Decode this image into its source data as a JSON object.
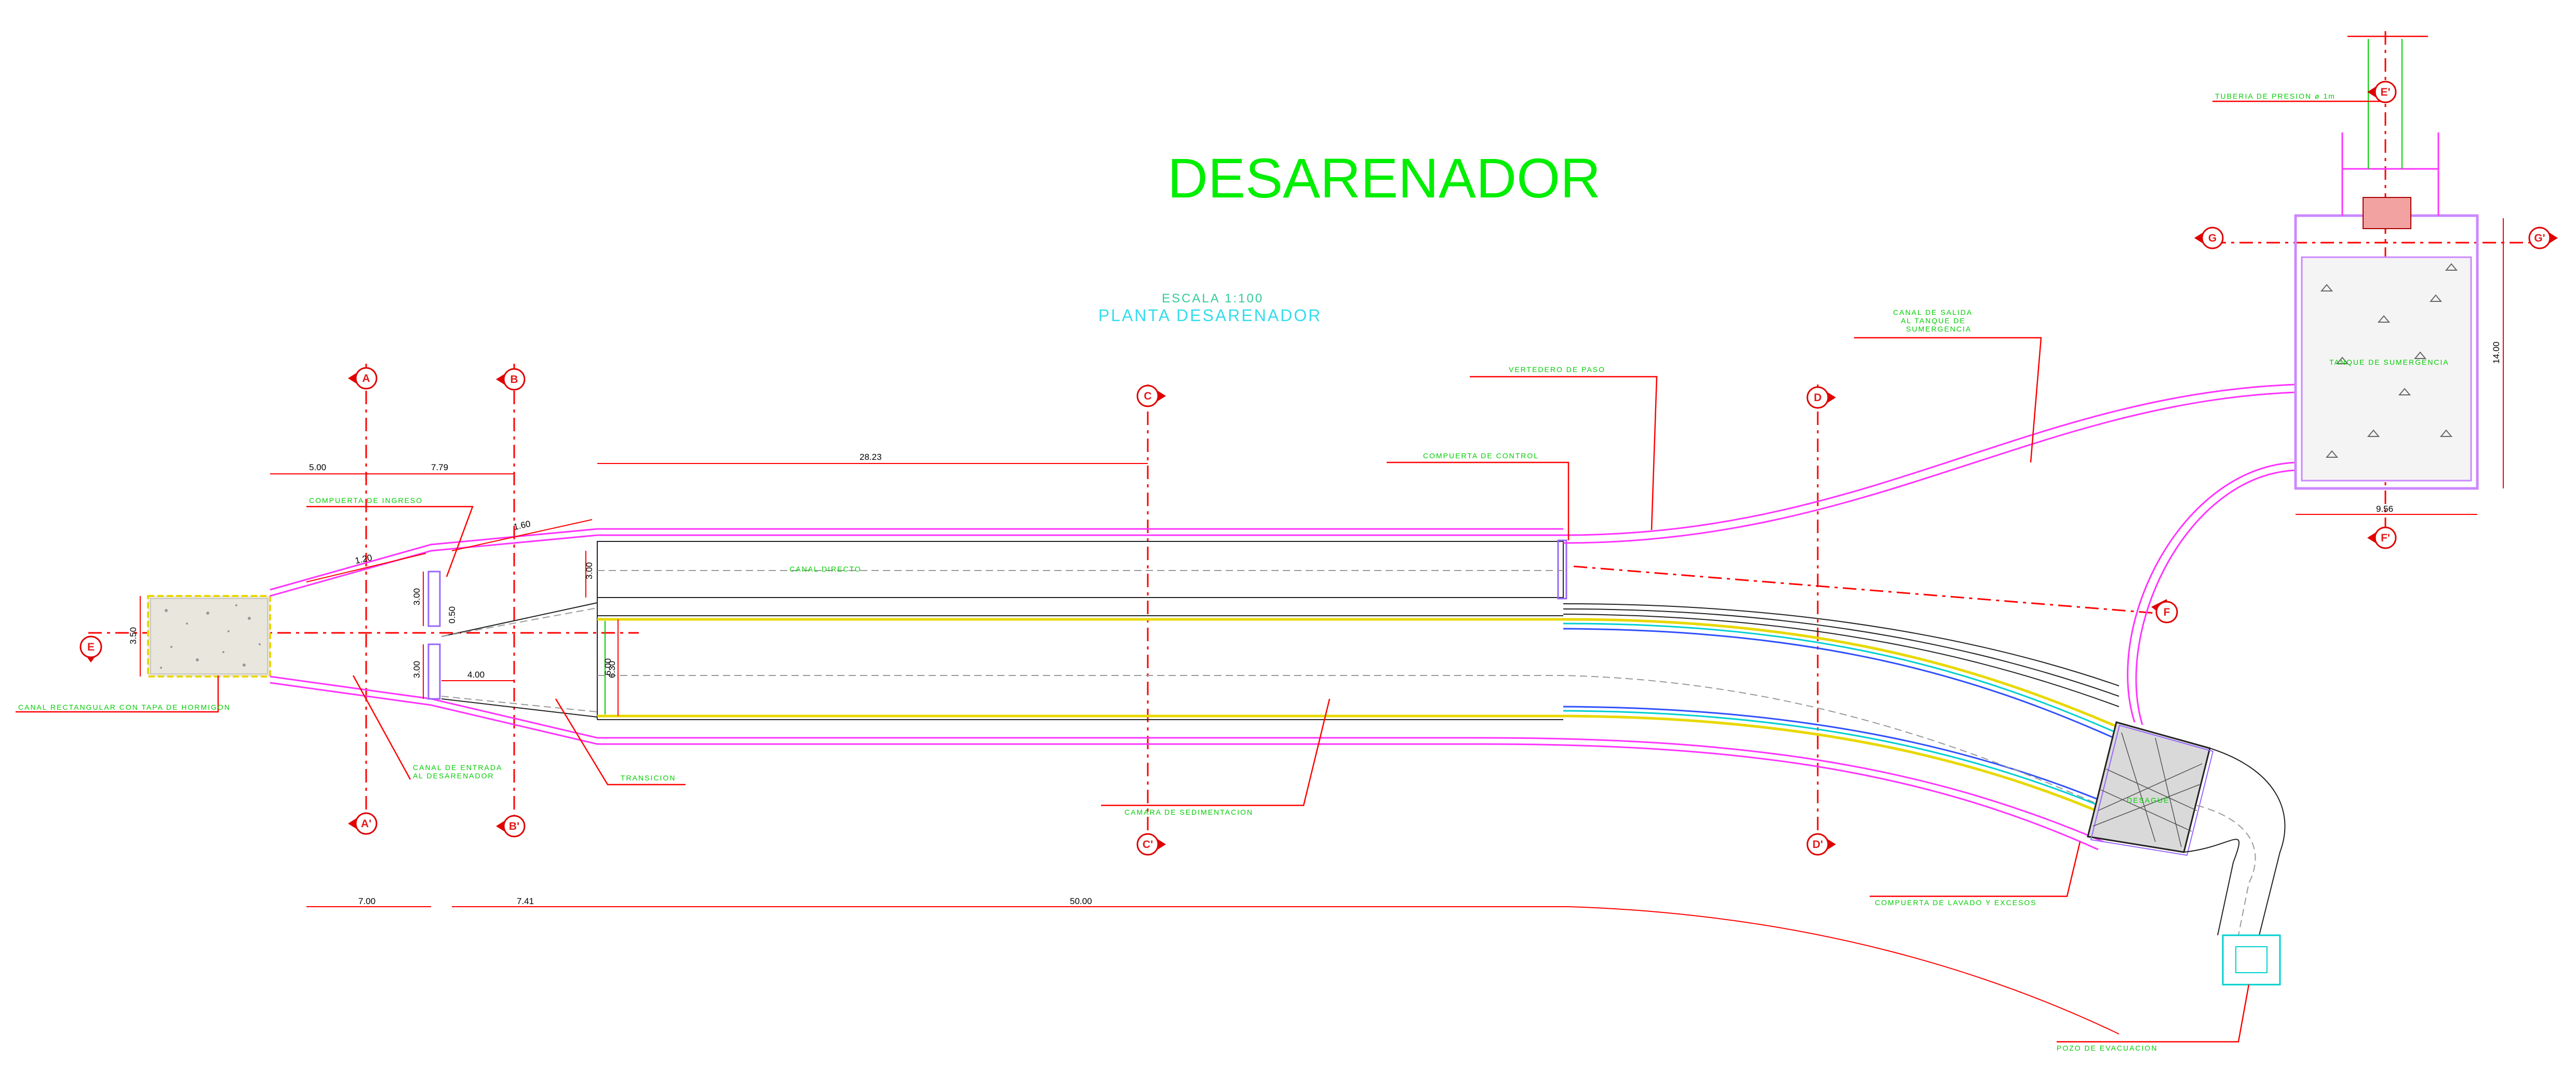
{
  "title": "DESARENADOR",
  "scale_label": "ESCALA 1:100",
  "plan_label": "PLANTA DESARENADOR",
  "section_markers": {
    "a1": "A",
    "b1": "B",
    "c1": "C",
    "d1": "D",
    "e1": "E",
    "f1": "F",
    "g1": "G",
    "a2": "A'",
    "b2": "B'",
    "c2": "C'",
    "d2": "D'",
    "e2": "E'",
    "f2": "F'",
    "g2": "G'"
  },
  "labels": {
    "canal_rectangular": "CANAL RECTANGULAR CON TAPA DE HORMIGON",
    "compuerta_ingreso": "COMPUERTA DE INGRESO",
    "canal_entrada_1": "CANAL DE ENTRADA",
    "canal_entrada_2": "AL DESARENADOR",
    "transicion": "TRANSICION",
    "camara_sedimentacion": "CAMARA DE SEDIMENTACION",
    "canal_directo": "CANAL DIRECTO",
    "compuerta_control": "COMPUERTA DE CONTROL",
    "vertedero_paso": "VERTEDERO DE PASO",
    "canal_salida_1": "CANAL DE SALIDA",
    "canal_salida_2": "AL TANQUE DE",
    "canal_salida_3": "SUMERGENCIA",
    "tuberia_presion": "TUBERIA DE PRESION ø 1m",
    "tanque_sumergencia": "TANQUE DE SUMERGENCIA",
    "compuerta_lavado": "COMPUERTA DE LAVADO Y EXCESOS",
    "pozo_evacuacion": "POZO DE EVACUACION",
    "desague": "DESAGUE"
  },
  "dimensions": {
    "d_500": "5.00",
    "d_779": "7.79",
    "d_2823": "28.23",
    "d_120": "1.20",
    "d_160": "1.60",
    "d_350": "3.50",
    "d_300a": "3.00",
    "d_050": "0.50",
    "d_300b": "3.00",
    "d_400": "4.00",
    "d_300c": "3.00",
    "d_630": "6.30",
    "d_600": "6.00",
    "d_700": "7.00",
    "d_741": "7.41",
    "d_5000": "50.00",
    "d_1400": "14.00",
    "d_956": "9.56"
  },
  "colors": {
    "title": "#00ee00",
    "labels": "#00cc00",
    "axes": "#ff0000",
    "walls": "#ff33ff",
    "scale": "#33cc99",
    "plan": "#33ddee"
  }
}
